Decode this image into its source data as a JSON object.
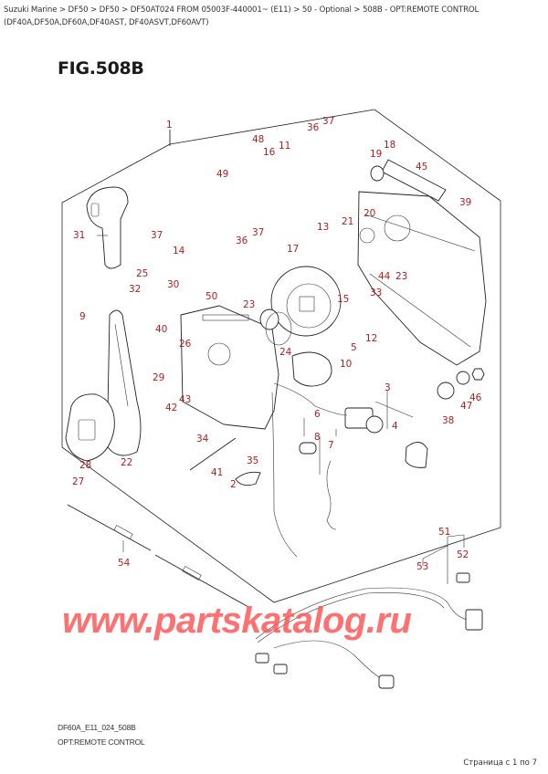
{
  "breadcrumb": {
    "text": "Suzuki Marine > DF50 > DF50 > DF50AT024 FROM 05003F-440001~ (E11) > 50 - Optional > 508B - OPT:REMOTE CONTROL (DF40A,DF50A,DF60A,DF40AST, DF40ASVT,DF60AVT)",
    "items": [
      "Suzuki Marine",
      "DF50",
      "DF50",
      "DF50AT024 FROM 05003F-440001~ (E11)",
      "50 - Optional",
      "508B - OPT:REMOTE CONTROL (DF40A,DF50A,DF60A,DF40AST, DF40ASVT,DF60AVT)"
    ]
  },
  "figure": {
    "title": "FIG.508B",
    "code": "DF60A_E11_024_508B",
    "subtitle": "OPT:REMOTE CONTROL"
  },
  "watermark": "www.partskatalog.ru",
  "pager": "Страница с 1 по 7",
  "colors": {
    "label": "#b02020",
    "watermark": "#ff5050",
    "line": "#222222"
  },
  "labels": {
    "l1": "1",
    "l2": "2",
    "l3": "3",
    "l4": "4",
    "l5": "5",
    "l6": "6",
    "l7": "7",
    "l8": "8",
    "l9": "9",
    "l10": "10",
    "l11": "11",
    "l12": "12",
    "l13": "13",
    "l14": "14",
    "l15": "15",
    "l16": "16",
    "l17": "17",
    "l18": "18",
    "l19": "19",
    "l20": "20",
    "l21": "21",
    "l22": "22",
    "l23a": "23",
    "l23b": "23",
    "l24": "24",
    "l25": "25",
    "l26": "26",
    "l27": "27",
    "l28": "28",
    "l29": "29",
    "l30": "30",
    "l31": "31",
    "l32": "32",
    "l33": "33",
    "l34": "34",
    "l35": "35",
    "l36a": "36",
    "l36b": "36",
    "l37a": "37",
    "l37b": "37",
    "l37c": "37",
    "l38": "38",
    "l39": "39",
    "l40": "40",
    "l41": "41",
    "l42": "42",
    "l43": "43",
    "l44": "44",
    "l45": "45",
    "l46": "46",
    "l47": "47",
    "l48": "48",
    "l49": "49",
    "l50": "50",
    "l51": "51",
    "l52": "52",
    "l53": "53",
    "l54": "54"
  }
}
